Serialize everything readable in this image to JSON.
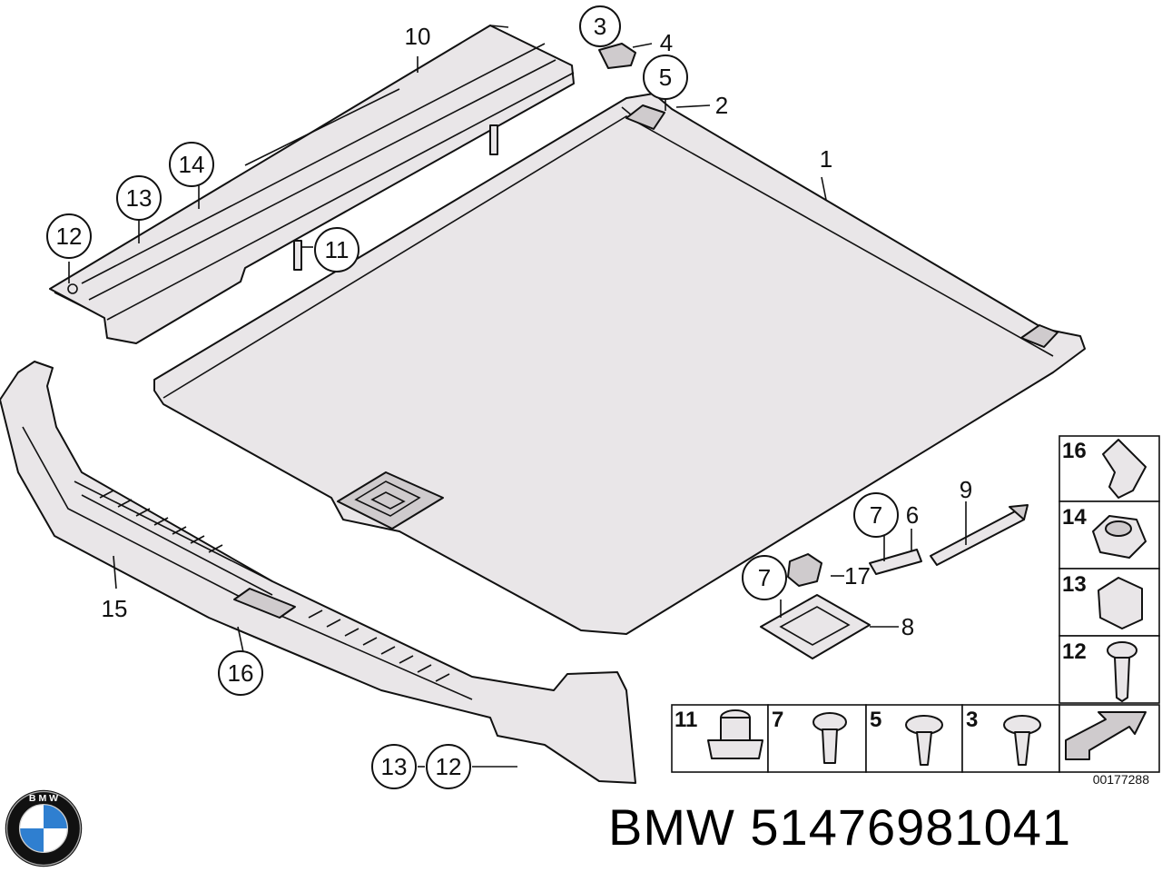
{
  "caption": "BMW 51476981041",
  "diagram_code": "00177288",
  "logo": {
    "brand": "BMW",
    "letters": "BMW",
    "colors": {
      "ring": "#111111",
      "blue": "#2f7fd0",
      "white": "#ffffff"
    }
  },
  "callouts": {
    "p1": "1",
    "p2": "2",
    "p3": "3",
    "p4": "4",
    "p5": "5",
    "p6": "6",
    "p7a": "7",
    "p7b": "7",
    "p8": "8",
    "p9": "9",
    "p10": "10",
    "p11": "11",
    "p12a": "12",
    "p12b": "12",
    "p13a": "13",
    "p13b": "13",
    "p14": "14",
    "p15": "15",
    "p16": "16",
    "p17": "17"
  },
  "legend_side": [
    "16",
    "14",
    "13",
    "12"
  ],
  "legend_bottom": [
    "11",
    "7",
    "5",
    "3"
  ]
}
